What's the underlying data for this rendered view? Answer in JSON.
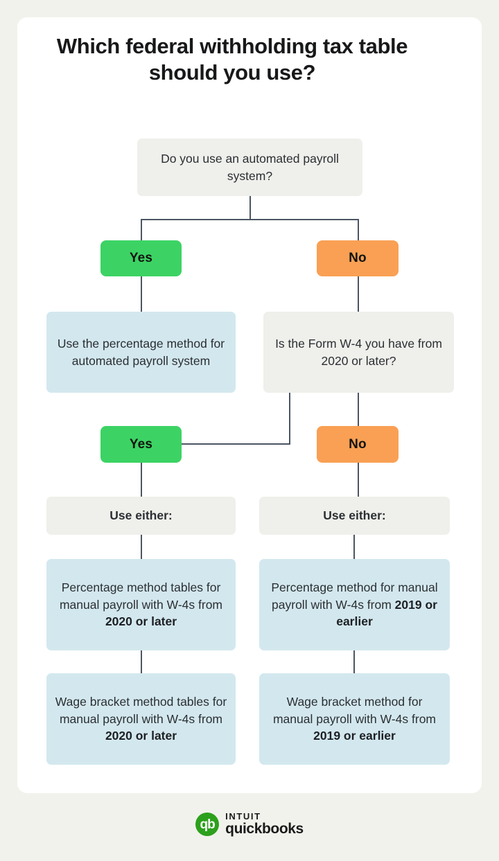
{
  "page": {
    "background_color": "#f2f2ed",
    "card_color": "#ffffff"
  },
  "title": "Which federal withholding tax table should you use?",
  "colors": {
    "yes_green": "#3cd364",
    "no_orange": "#f9a054",
    "decision_gray": "#efefeb",
    "outcome_blue": "#d3e8ee",
    "connector": "#4b5563",
    "brand_green": "#2ca01c"
  },
  "flow": {
    "q1": "Do you use an automated payroll system?",
    "q1_yes_label": "Yes",
    "q1_no_label": "No",
    "outcome_automated": "Use the percentage method for automated payroll system",
    "q2": "Is the Form W-4 you have from 2020 or later?",
    "q2_yes_label": "Yes",
    "q2_no_label": "No",
    "use_either_left": "Use either:",
    "use_either_right": "Use either:",
    "left_results": [
      {
        "lead": "Percentage method tables for manual payroll with W-4s from ",
        "emphasis": "2020 or later"
      },
      {
        "lead": "Wage bracket method tables for manual payroll with W-4s from ",
        "emphasis": "2020 or later"
      }
    ],
    "right_results": [
      {
        "lead": "Percentage method for manual payroll with W-4s from ",
        "emphasis": "2019 or earlier"
      },
      {
        "lead": "Wage bracket method for manual payroll with W-4s from ",
        "emphasis": "2019 or earlier"
      }
    ]
  },
  "footer": {
    "logo_monogram": "qb",
    "logo_intuit": "INTUIT",
    "logo_product": "quickbooks"
  }
}
